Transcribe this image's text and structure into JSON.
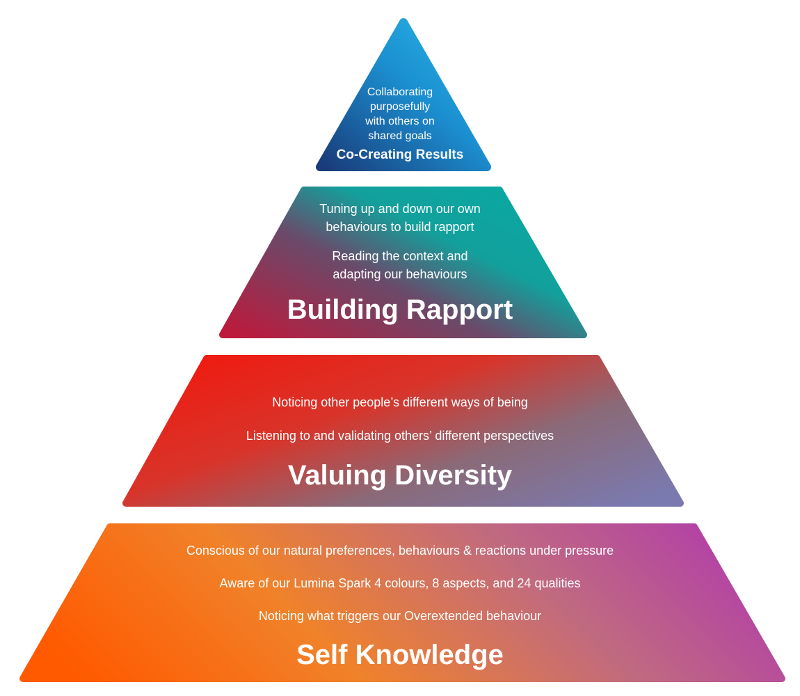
{
  "tiers": [
    {
      "title": "Co-Creating Results",
      "descriptions": [
        "Collaborating",
        "purposefully",
        "with others on",
        "shared goals"
      ]
    },
    {
      "title": "Building Rapport",
      "descriptions": [
        "Tuning up and down our own",
        "behaviours to build rapport",
        "Reading the context and",
        "adapting our behaviours"
      ]
    },
    {
      "title": "Valuing Diversity",
      "descriptions": [
        "Noticing other people’s different ways of being",
        "Listening to and validating others’ different perspectives"
      ]
    },
    {
      "title": "Self Knowledge",
      "descriptions": [
        "Conscious of our natural preferences, behaviours & reactions under pressure",
        "Aware of our Lumina Spark 4 colours, 8 aspects, and 24 qualities",
        "Noticing what triggers our Overextended behaviour"
      ]
    }
  ],
  "colors": {
    "tier1": [
      "#1a3f7a",
      "#1b8fd0",
      "#26b6e6"
    ],
    "tier2": [
      "#b0203c",
      "#3a8a8e",
      "#0fa7a0"
    ],
    "tier3": [
      "#e61b1b",
      "#c2503a",
      "#6e86a0",
      "#8a6fa8"
    ],
    "tier4": [
      "#ff5a00",
      "#f08030",
      "#b86a8a",
      "#b040a8"
    ]
  }
}
